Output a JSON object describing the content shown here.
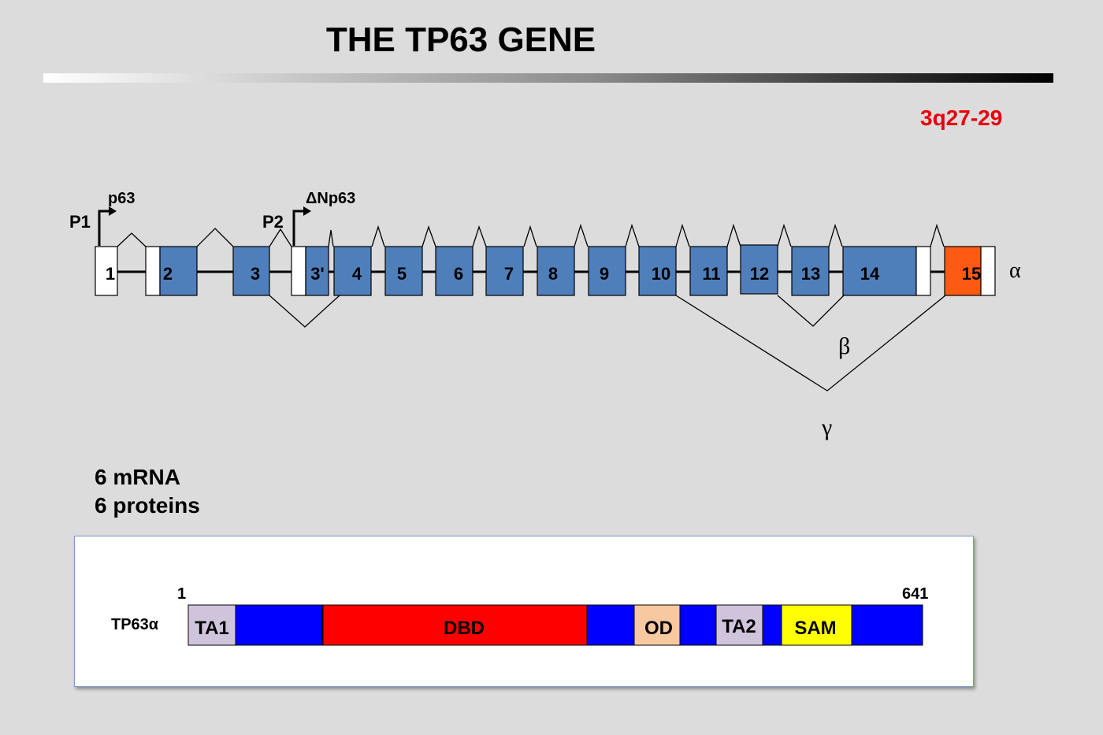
{
  "slide": {
    "title": "THE TP63 GENE",
    "locus": "3q27-29",
    "summary_line1": "6 mRNA",
    "summary_line2": "6 proteins"
  },
  "colors": {
    "exon_coding": "#4f7fba",
    "exon_noncoding": "#ffffff",
    "exon15": "#ff5a14",
    "locus_red": "#e8000b",
    "ta": "#d0c4dc",
    "linker": "#0000ff",
    "dbd": "#ff0000",
    "od": "#f8c8a0",
    "sam": "#ffff00"
  },
  "gene": {
    "promoters": [
      {
        "label": "P1",
        "transcript": "p63"
      },
      {
        "label": "P2",
        "transcript": "ΔNp63"
      }
    ],
    "exons": [
      "1",
      "2",
      "3",
      "3'",
      "4",
      "5",
      "6",
      "7",
      "8",
      "9",
      "10",
      "11",
      "12",
      "13",
      "14",
      "15"
    ],
    "splice_variants": [
      "α",
      "β",
      "γ"
    ]
  },
  "protein": {
    "name": "TP63α",
    "start": "1",
    "end": "641",
    "domains": [
      "TA1",
      "DBD",
      "OD",
      "TA2",
      "SAM"
    ]
  }
}
